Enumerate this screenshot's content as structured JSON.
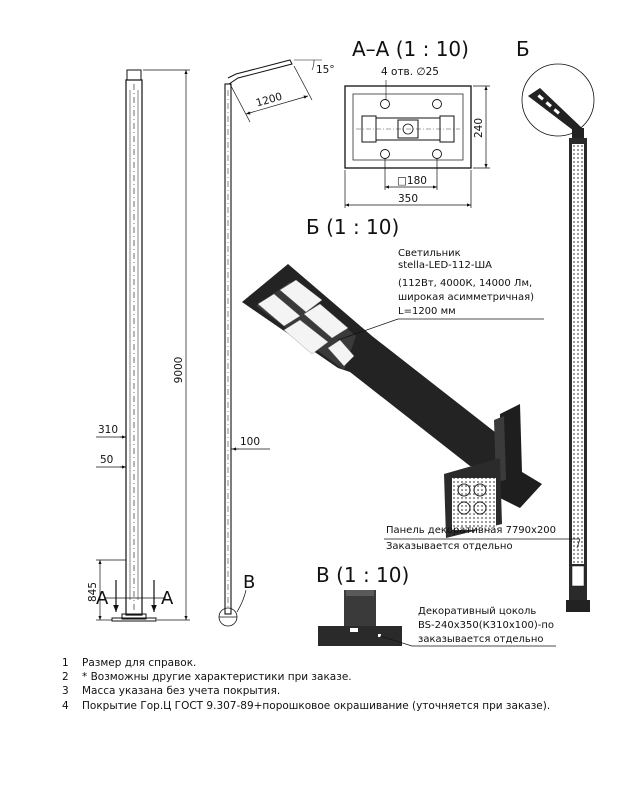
{
  "views": {
    "section_aa": {
      "title": "А–А (1 : 10)",
      "holes": "4 отв. ∅25",
      "dim_width": "350",
      "dim_square": "□180",
      "dim_height": "240"
    },
    "detail_b": {
      "title": "Б (1 : 10)"
    },
    "detail_v": {
      "title": "В (1 : 10)"
    },
    "detail_b_marker": "Б"
  },
  "dimensions": {
    "total_height": "9000",
    "arm_length": "1200",
    "tilt": "15°",
    "width_310": "310",
    "width_50": "50",
    "width_100": "100",
    "base_845": "845"
  },
  "section_markers": {
    "left": "А",
    "right": "А",
    "v_marker": "В"
  },
  "callouts": {
    "luminaire": [
      "Светильник",
      "stella-LED-112-ША",
      "(112Вт, 4000К, 14000 Лм,",
      "широкая асимметричная)",
      "L=1200 мм"
    ],
    "panel": [
      "Панель декоративная 7790х200",
      "Заказывается отдельно"
    ],
    "base": [
      "Декоративный цоколь",
      "BS-240х350(К310х100)-по",
      "заказывается отдельно"
    ]
  },
  "notes": [
    {
      "num": "1",
      "text": "Размер для справок."
    },
    {
      "num": "2",
      "text": "* Возможны другие характеристики при заказе."
    },
    {
      "num": "3",
      "text": "Масса указана без учета покрытия."
    },
    {
      "num": "4",
      "text": "Покрытие Гор.Ц ГОСТ 9.307-89+порошковое окрашивание (уточняется при заказе)."
    }
  ]
}
